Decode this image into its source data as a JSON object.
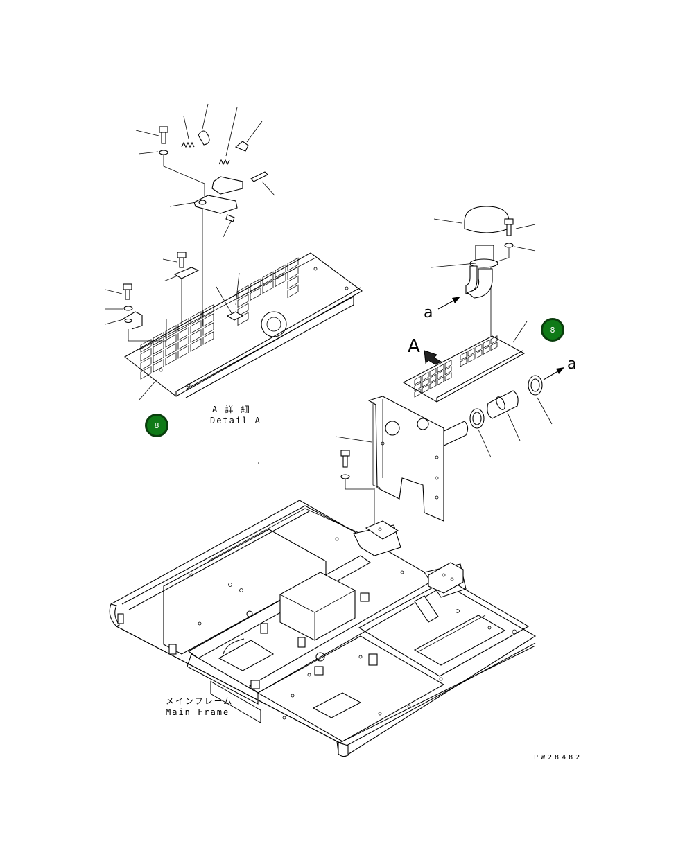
{
  "labels": {
    "detail_a_jp": "A 詳 細",
    "detail_a_en": "Detail A",
    "main_frame_jp": "メインフレーム",
    "main_frame_en": "Main Frame",
    "view_arrow": "A",
    "flow_in": "a",
    "flow_out": "a",
    "drawing_number": "PW28482"
  },
  "badges": [
    {
      "text": "8",
      "color": "#0f7a17"
    },
    {
      "text": "8",
      "color": "#0f7a17"
    }
  ]
}
